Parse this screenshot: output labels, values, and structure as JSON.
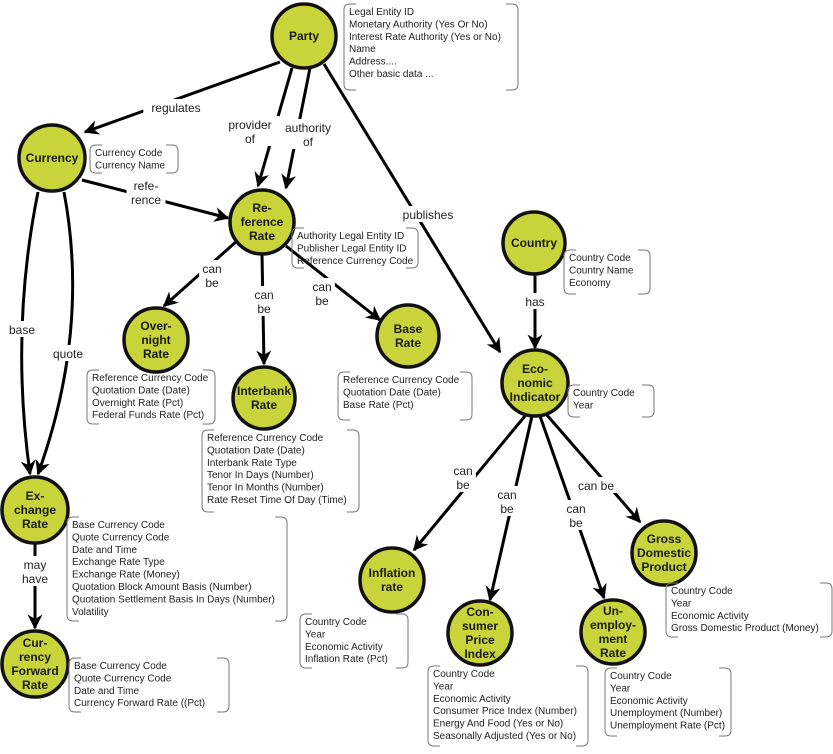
{
  "diagram": {
    "node_fill": "#c8d43a",
    "node_stroke": "#111111",
    "nodes": [
      {
        "id": "party",
        "lines": [
          "Party"
        ],
        "attributes": [
          "Legal Entity ID",
          "Monetary Authority (Yes Or No)",
          "Interest Rate Authority (Yes or No)",
          "Name",
          "Address....",
          "Other basic data ..."
        ]
      },
      {
        "id": "currency",
        "lines": [
          "Currency"
        ],
        "attributes": [
          "Currency Code",
          "Currency Name"
        ]
      },
      {
        "id": "reference-rate",
        "lines": [
          "Re-",
          "ference",
          "Rate"
        ],
        "attributes": [
          "Authority Legal Entity ID",
          "Publisher Legal Entity ID",
          "Reference Currency Code"
        ]
      },
      {
        "id": "country",
        "lines": [
          "Country"
        ],
        "attributes": [
          "Country Code",
          "Country Name",
          "Economy"
        ]
      },
      {
        "id": "overnight-rate",
        "lines": [
          "Over-",
          "night",
          "Rate"
        ],
        "attributes": [
          "Reference Currency Code",
          "Quotation Date (Date)",
          "Overnight Rate (Pct)",
          "Federal Funds Rate (Pct)"
        ]
      },
      {
        "id": "interbank-rate",
        "lines": [
          "Interbank",
          "Rate"
        ],
        "attributes": [
          "Reference Currency Code",
          "Quotation Date (Date)",
          "Interbank Rate Type",
          "Tenor In Days (Number)",
          "Tenor In Months (Number)",
          "Rate Reset Time Of Day (Time)"
        ]
      },
      {
        "id": "base-rate",
        "lines": [
          "Base",
          "Rate"
        ],
        "attributes": [
          "Reference Currency Code",
          "Quotation Date (Date)",
          "Base Rate (Pct)"
        ]
      },
      {
        "id": "economic-indicator",
        "lines": [
          "Eco-",
          "nomic",
          "Indicator"
        ],
        "attributes": [
          "Country Code",
          "Year"
        ]
      },
      {
        "id": "exchange-rate",
        "lines": [
          "Ex-",
          "change",
          "Rate"
        ],
        "attributes": [
          "Base Currency Code",
          "Quote Currency Code",
          "Date and Time",
          "Exchange Rate Type",
          "Exchange Rate (Money)",
          "Quotation Block Amount Basis (Number)",
          "Quotation Settlement Basis In Days (Number)",
          "Volatility"
        ]
      },
      {
        "id": "currency-forward-rate",
        "lines": [
          "Cur-",
          "rency",
          "Forward",
          "Rate"
        ],
        "attributes": [
          "Base Currency Code",
          "Quote Currency Code",
          "Date and Time",
          "Currency Forward Rate ((Pct)"
        ]
      },
      {
        "id": "inflation-rate",
        "lines": [
          "Inflation",
          "rate"
        ],
        "attributes": [
          "Country Code",
          "Year",
          "Economic Activity",
          "Inflation Rate (Pct)"
        ]
      },
      {
        "id": "consumer-price-index",
        "lines": [
          "Con-",
          "sumer",
          "Price",
          "Index"
        ],
        "attributes": [
          "Country Code",
          "Year",
          "Economic Activity",
          "Consumer Price Index (Number)",
          "Energy And Food (Yes or No)",
          "Seasonally Adjusted (Yes or No)"
        ]
      },
      {
        "id": "unemployment-rate",
        "lines": [
          "Un-",
          "employ-",
          "ment",
          "Rate"
        ],
        "attributes": [
          "Country Code",
          "Year",
          "Economic Activity",
          "Unemployment (Number)",
          "Unemployment Rate (Pct)"
        ]
      },
      {
        "id": "gross-domestic-product",
        "lines": [
          "Gross",
          "Domestic",
          "Product"
        ],
        "attributes": [
          "Country Code",
          "Year",
          "Economic Activity",
          "Gross Domestic Product (Money)"
        ]
      }
    ],
    "edges": [
      {
        "from": "party",
        "to": "currency",
        "label": [
          "regulates"
        ]
      },
      {
        "from": "party",
        "to": "reference-rate",
        "label": [
          "provider",
          "of"
        ]
      },
      {
        "from": "party",
        "to": "reference-rate",
        "label": [
          "authority",
          "of"
        ]
      },
      {
        "from": "party",
        "to": "economic-indicator",
        "label": [
          "publishes"
        ]
      },
      {
        "from": "currency",
        "to": "reference-rate",
        "label": [
          "refe-",
          "rence"
        ]
      },
      {
        "from": "currency",
        "to": "exchange-rate",
        "label": [
          "base"
        ]
      },
      {
        "from": "currency",
        "to": "exchange-rate",
        "label": [
          "quote"
        ]
      },
      {
        "from": "reference-rate",
        "to": "overnight-rate",
        "label": [
          "can",
          "be"
        ]
      },
      {
        "from": "reference-rate",
        "to": "interbank-rate",
        "label": [
          "can",
          "be"
        ]
      },
      {
        "from": "reference-rate",
        "to": "base-rate",
        "label": [
          "can",
          "be"
        ]
      },
      {
        "from": "country",
        "to": "economic-indicator",
        "label": [
          "has"
        ]
      },
      {
        "from": "exchange-rate",
        "to": "currency-forward-rate",
        "label": [
          "may",
          "have"
        ]
      },
      {
        "from": "economic-indicator",
        "to": "inflation-rate",
        "label": [
          "can",
          "be"
        ]
      },
      {
        "from": "economic-indicator",
        "to": "consumer-price-index",
        "label": [
          "can",
          "be"
        ]
      },
      {
        "from": "economic-indicator",
        "to": "unemployment-rate",
        "label": [
          "can",
          "be"
        ]
      },
      {
        "from": "economic-indicator",
        "to": "gross-domestic-product",
        "label": [
          "can be"
        ]
      }
    ]
  }
}
